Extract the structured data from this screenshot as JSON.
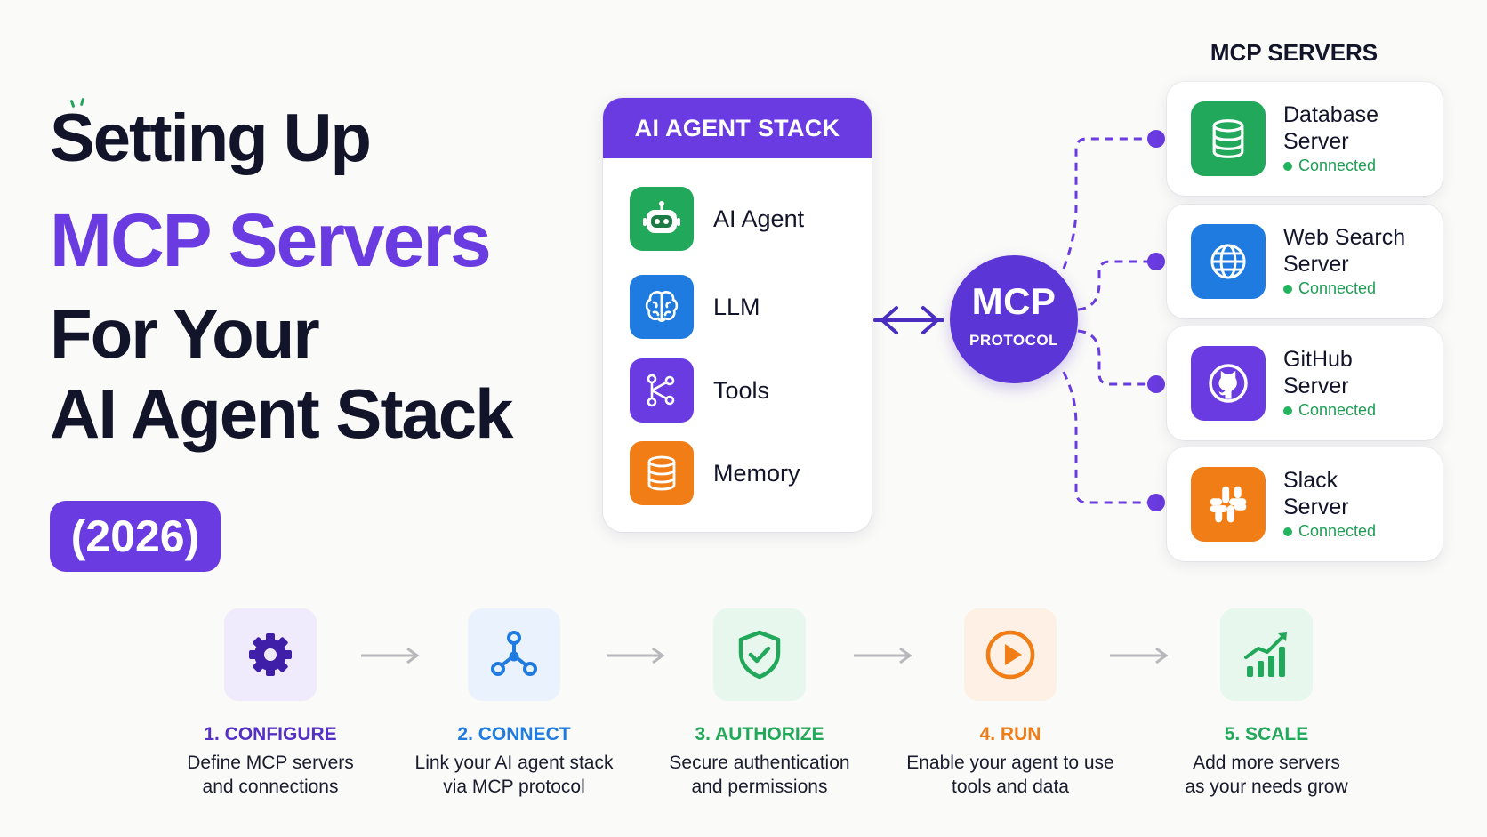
{
  "title": {
    "line1": "Setting Up",
    "line2": "MCP Servers",
    "line3": "For Your",
    "line4": "AI Agent Stack",
    "year": "(2026)"
  },
  "agent_stack": {
    "header": "AI AGENT STACK",
    "items": [
      {
        "label": "AI Agent",
        "icon": "robot-icon",
        "color": "#22a85a"
      },
      {
        "label": "LLM",
        "icon": "brain-icon",
        "color": "#1f7be0"
      },
      {
        "label": "Tools",
        "icon": "tools-graph-icon",
        "color": "#6a3be0"
      },
      {
        "label": "Memory",
        "icon": "database-icon",
        "color": "#f07d16"
      }
    ]
  },
  "mcp": {
    "main": "MCP",
    "sub": "PROTOCOL"
  },
  "servers": {
    "title": "MCP SERVERS",
    "items": [
      {
        "name_line1": "Database",
        "name_line2": "Server",
        "status": "Connected",
        "icon": "database-icon",
        "color": "#22a85a"
      },
      {
        "name_line1": "Web Search",
        "name_line2": "Server",
        "status": "Connected",
        "icon": "globe-icon",
        "color": "#1f7be0"
      },
      {
        "name_line1": "GitHub",
        "name_line2": "Server",
        "status": "Connected",
        "icon": "github-icon",
        "color": "#6a3be0"
      },
      {
        "name_line1": "Slack",
        "name_line2": "Server",
        "status": "Connected",
        "icon": "slack-icon",
        "color": "#f07d16"
      }
    ]
  },
  "steps": [
    {
      "title": "1. CONFIGURE",
      "desc1": "Define MCP servers",
      "desc2": "and connections",
      "icon": "gear-icon",
      "color": "#5530c4",
      "bg": "#efeafc"
    },
    {
      "title": "2. CONNECT",
      "desc1": "Link your AI agent stack",
      "desc2": "via MCP protocol",
      "icon": "network-icon",
      "color": "#1f7be0",
      "bg": "#eaf2fd"
    },
    {
      "title": "3. AUTHORIZE",
      "desc1": "Secure authentication",
      "desc2": "and permissions",
      "icon": "shield-check-icon",
      "color": "#22a85a",
      "bg": "#e8f7ee"
    },
    {
      "title": "4. RUN",
      "desc1": "Enable your agent to use",
      "desc2": "tools and data",
      "icon": "play-icon",
      "color": "#f07d16",
      "bg": "#fef0e4"
    },
    {
      "title": "5. SCALE",
      "desc1": "Add more servers",
      "desc2": "as your needs grow",
      "icon": "growth-chart-icon",
      "color": "#22a85a",
      "bg": "#e8f7ee"
    }
  ]
}
